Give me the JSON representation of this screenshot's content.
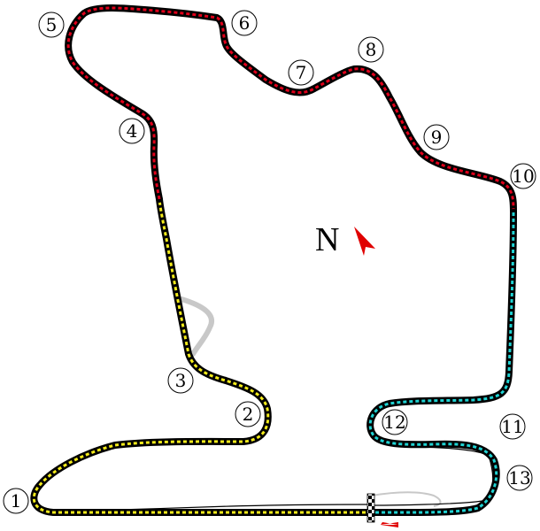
{
  "compass": {
    "label": "N",
    "arrow_color": "#e00000"
  },
  "sectors": [
    {
      "name": "sector-1",
      "color": "#f4ec1b"
    },
    {
      "name": "sector-2",
      "color": "#e0001a"
    },
    {
      "name": "sector-3",
      "color": "#1fd3d3"
    }
  ],
  "track": {
    "outline_color": "#000000",
    "old_layout_color": "#c8c8c8",
    "finish_line": "checkered"
  },
  "direction_arrow_color": "#e00000",
  "turns": [
    {
      "number": "1"
    },
    {
      "number": "2"
    },
    {
      "number": "3"
    },
    {
      "number": "4"
    },
    {
      "number": "5"
    },
    {
      "number": "6"
    },
    {
      "number": "7"
    },
    {
      "number": "8"
    },
    {
      "number": "9"
    },
    {
      "number": "10"
    },
    {
      "number": "11"
    },
    {
      "number": "12"
    },
    {
      "number": "13"
    }
  ]
}
